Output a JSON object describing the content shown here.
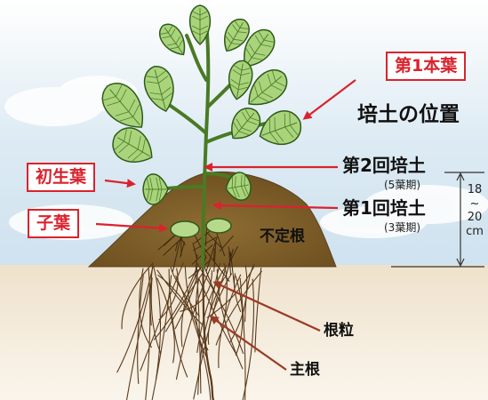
{
  "title": "培土の位置",
  "labels": {
    "main_leaf": "第1本葉",
    "primary_leaf": "初生葉",
    "cotyledon": "子葉",
    "hilling_2": "第2回培土",
    "hilling_2_note": "(5葉期)",
    "hilling_1": "第1回培土",
    "hilling_1_note": "(3葉期)",
    "adventitious_root": "不定根",
    "root_nodule": "根粒",
    "taproot": "主根"
  },
  "height_marker": {
    "top": "18",
    "sep": "~",
    "bottom": "20",
    "unit": "cm"
  },
  "colors": {
    "accent_red": "#d9232d",
    "arrow_brown": "#9b3a25",
    "leaf_green": "#a8d37a",
    "leaf_outline": "#2e5a18",
    "soil": "#8b6a2e",
    "sky": "#cfe2ef",
    "ground": "#f1e6d3"
  }
}
